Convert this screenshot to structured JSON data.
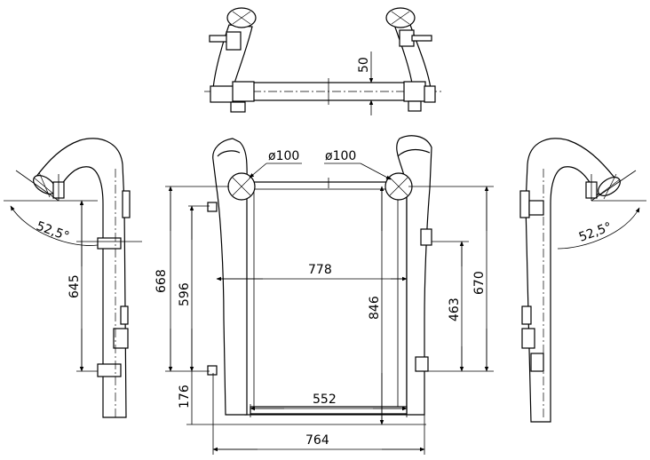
{
  "dimensions": {
    "top_height": "50",
    "diameter_left": "ø100",
    "diameter_right": "ø100",
    "core_width": "778",
    "core_height": "668",
    "inner_height": "596",
    "bottom_offset": "176",
    "tank_height": "846",
    "right_height": "670",
    "right_mount": "463",
    "bottom_width": "552",
    "overall_width": "764",
    "left_mount": "645",
    "left_angle": "52,5°",
    "right_angle": "52,5°"
  }
}
